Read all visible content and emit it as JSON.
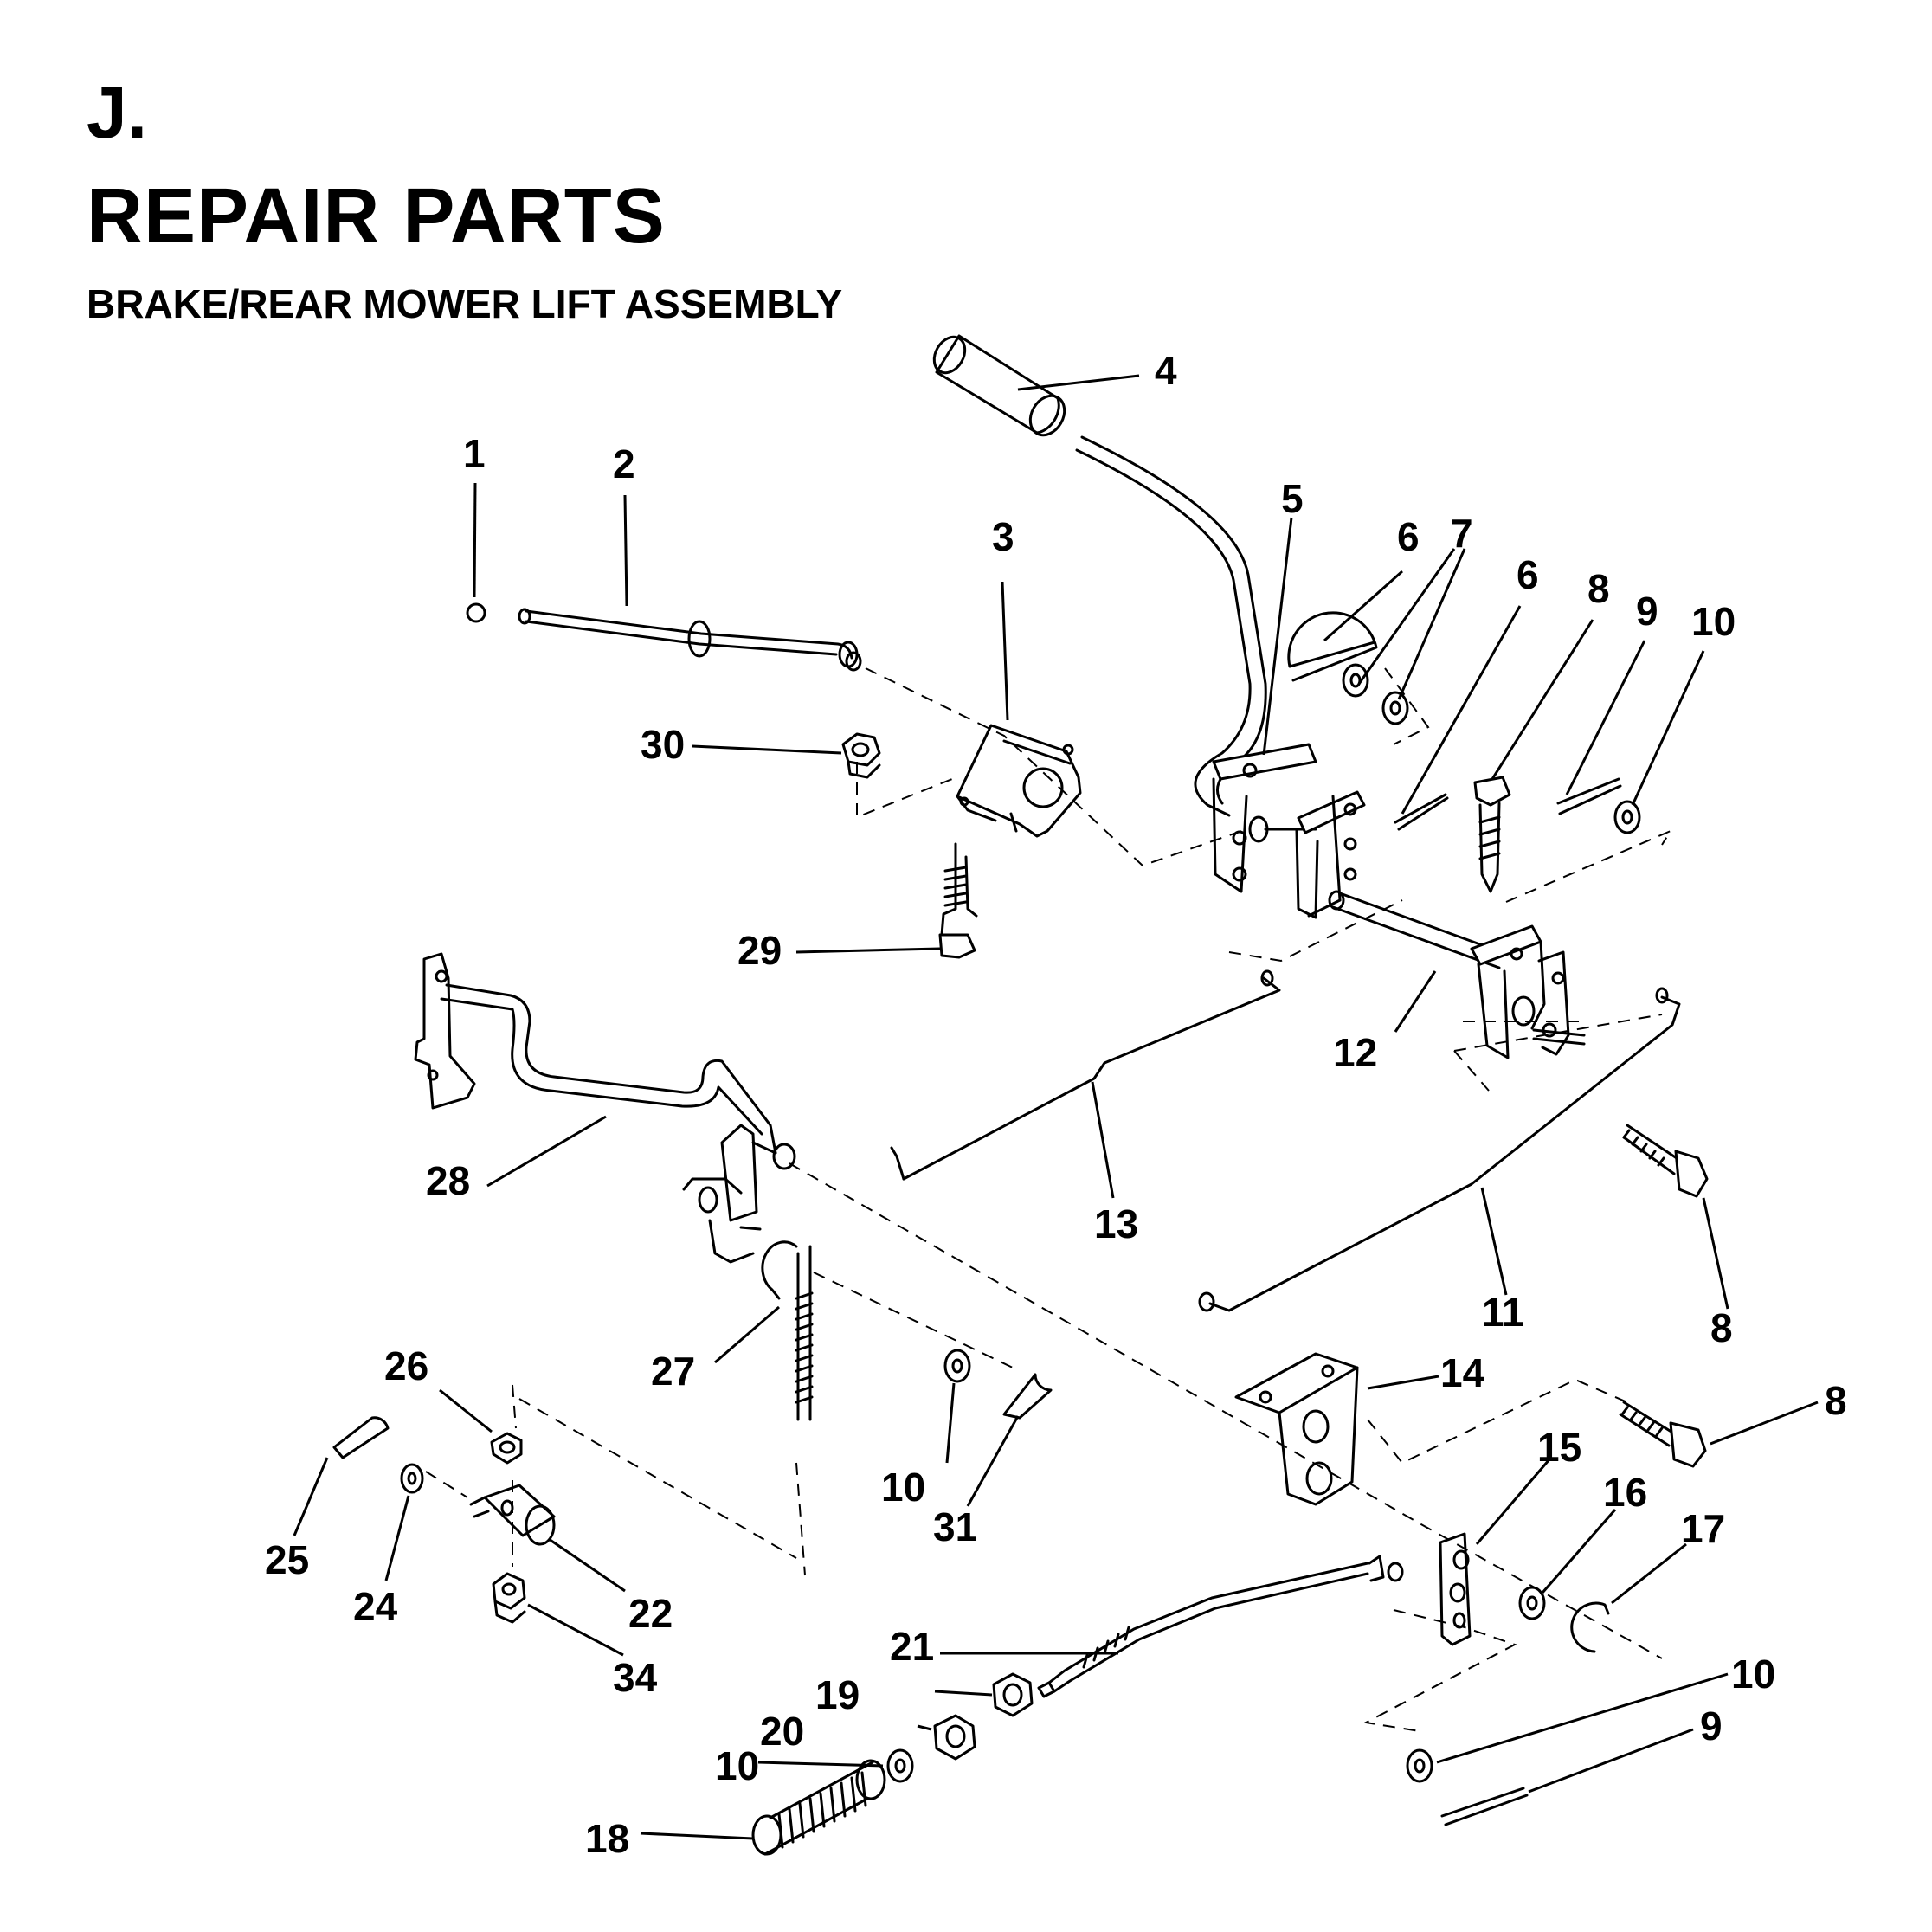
{
  "header": {
    "section": "J.",
    "title": "REPAIR PARTS",
    "subtitle": "BRAKE/REAR MOWER LIFT ASSEMBLY"
  },
  "callouts": {
    "c1": "1",
    "c2": "2",
    "c3": "3",
    "c4": "4",
    "c5": "5",
    "c6a": "6",
    "c6b": "6",
    "c7": "7",
    "c8a": "8",
    "c8b": "8",
    "c8c": "8",
    "c9a": "9",
    "c9b": "9",
    "c10a": "10",
    "c10b": "10",
    "c10c": "10",
    "c10d": "10",
    "c11": "11",
    "c12": "12",
    "c13": "13",
    "c14": "14",
    "c15": "15",
    "c16": "16",
    "c17": "17",
    "c18": "18",
    "c19": "19",
    "c20": "20",
    "c21": "21",
    "c22": "22",
    "c24": "24",
    "c25": "25",
    "c26": "26",
    "c27": "27",
    "c28": "28",
    "c29": "29",
    "c30": "30",
    "c31": "31",
    "c34": "34"
  }
}
